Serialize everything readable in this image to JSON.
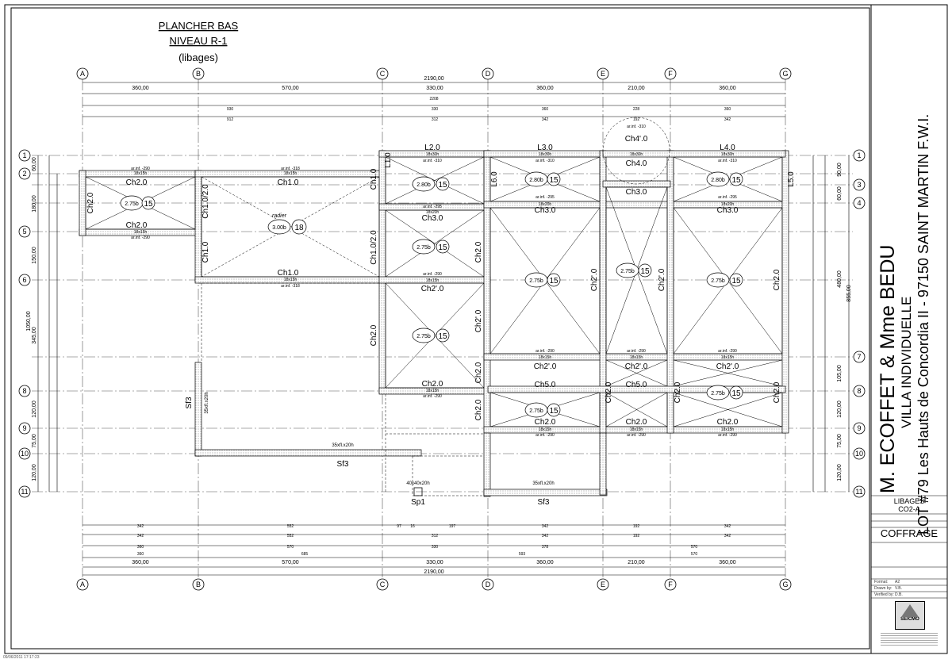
{
  "drawing": {
    "title_line1": "PLANCHER BAS",
    "title_line2": "NIVEAU R-1",
    "title_line3": "(libages)"
  },
  "project": {
    "client": "M. ECOFFET & Mme BEDU",
    "type": "VILLA INDIVIDUELLE",
    "address": "LOT #79 Les Hauts de Concordia II - 97150 SAINT MARTIN F.W.I."
  },
  "titleblock": {
    "sheet_name": "LIBAGES",
    "sheet_code": "CO2-A",
    "category": "COFFRAGE",
    "company": "SEICMO",
    "format_label": "Format:",
    "format_value": "A2",
    "drawn_label": "Drawn by:",
    "drawn_value": "V.B.",
    "verified_label": "Verified by:",
    "verified_value": "D.B."
  },
  "axes": {
    "columns": [
      "A",
      "B",
      "C",
      "D",
      "E",
      "F",
      "G"
    ],
    "rows_left": [
      "1",
      "2",
      "5",
      "6",
      "8",
      "9",
      "10",
      "11"
    ],
    "rows_right": [
      "1",
      "3",
      "4",
      "7",
      "8",
      "9",
      "10",
      "11"
    ]
  },
  "dimensions": {
    "overall_top": "2190,00",
    "overall_bottom": "2190,00",
    "top_bays": [
      "360,00",
      "570,00",
      "330,00",
      "360,00",
      "210,00",
      "360,00"
    ],
    "bottom_bays": [
      "360,00",
      "570,00",
      "330,00",
      "360,00",
      "210,00",
      "360,00"
    ],
    "top_row2": [
      "930",
      "330",
      "360",
      "228",
      "360"
    ],
    "top_row2_total": "2208",
    "top_row3": [
      "912",
      "312",
      "342",
      "192",
      "342"
    ],
    "bottom_row1": [
      "342",
      "552",
      "97",
      "16",
      "197",
      "342",
      "192",
      "342"
    ],
    "bottom_row2": [
      "342",
      "552",
      "312",
      "342",
      "192",
      "342"
    ],
    "bottom_row3": [
      "360",
      "570",
      "330",
      "378",
      "570"
    ],
    "bottom_row4": [
      "360",
      "685",
      "593",
      "570"
    ],
    "left": [
      "60,00",
      "180,00",
      "150,00",
      "345,00",
      "120,00",
      "75,00",
      "120,00"
    ],
    "left_total": "1050,00",
    "right": [
      "90,00",
      "60,00",
      "480,00",
      "105,00",
      "120,00",
      "75,00",
      "120,00"
    ],
    "right_total": "855,00"
  },
  "beams": {
    "L20": "L2.0",
    "L30": "L3.0",
    "L40": "L4.0",
    "L10": "L1.0",
    "L50": "L5.0",
    "L60": "L6.0",
    "size_18x30": "18x30h",
    "size_18x15": "18x15h",
    "size_18x20": "18x20h",
    "arinf_310": "ar.inf. -310",
    "arinf_290": "ar.inf. -290",
    "arinf_318": "ar.inf. -318",
    "arinf_295": "ar.inf. -295"
  },
  "slabs": {
    "ch10": "Ch1.0",
    "ch20": "Ch2.0",
    "ch2p0": "Ch2'.0",
    "ch30": "Ch3.0",
    "ch40": "Ch4.0",
    "ch4p0": "Ch4'.0",
    "ch50": "Ch5.0",
    "ch1020": "Ch1.0/2.0",
    "radier": "radier",
    "level_275": "2.75b",
    "level_280": "2.80b",
    "level_300": "3.00b",
    "thk_15": "15",
    "thk_18": "18"
  },
  "footings": {
    "sf3": "Sf3",
    "sf3_size": "35xfl.x20h",
    "sp1": "Sp1",
    "sp1_size": "40x40x20h"
  },
  "misc": {
    "plot_date": "09/06/2011 17:17:23"
  }
}
